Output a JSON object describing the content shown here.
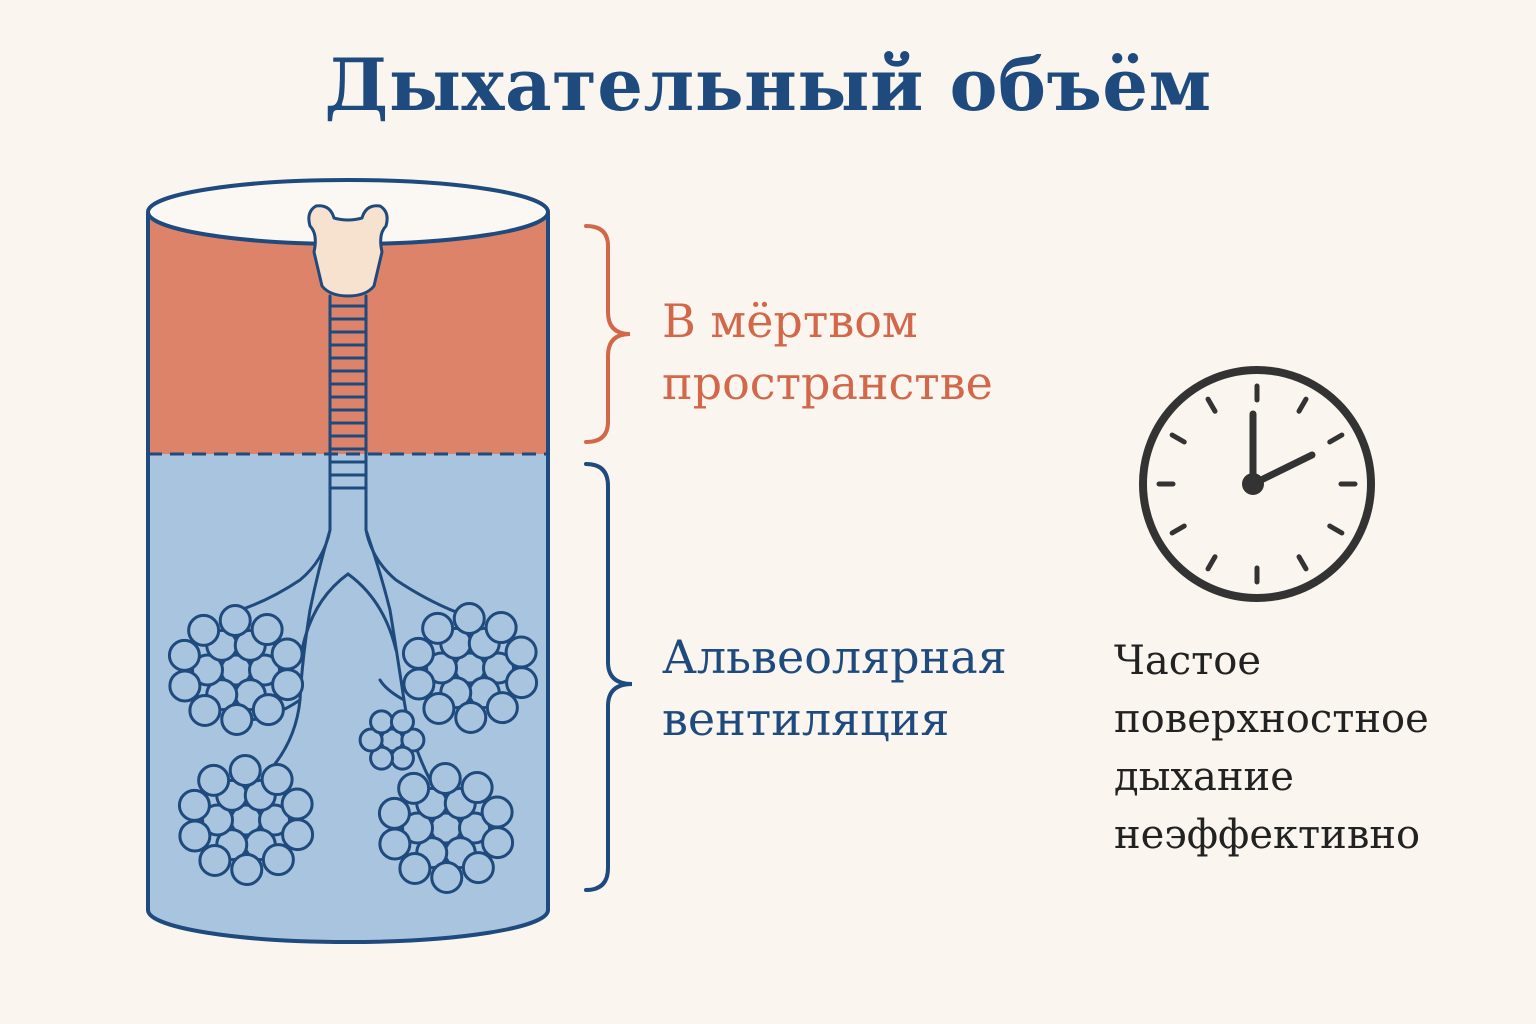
{
  "title": "Дыхательный объём",
  "regions": {
    "dead_space": {
      "line1": "В мёртвом",
      "line2": "пространстве",
      "color": "#d2674a",
      "fill": "#dd8369"
    },
    "alveolar": {
      "line1": "Альвеолярная",
      "line2": "вентиляция",
      "color": "#1e4a7e",
      "fill": "#a9c4de"
    }
  },
  "clock": {
    "icon": "clock-icon",
    "note_lines": [
      "Частое",
      "поверхностное",
      "дыхание",
      "неэффективно"
    ]
  },
  "colors": {
    "background": "#faf6ef",
    "outline": "#1e4a7e",
    "title": "#1e4a7e",
    "trachea": "#f7e1cf"
  }
}
